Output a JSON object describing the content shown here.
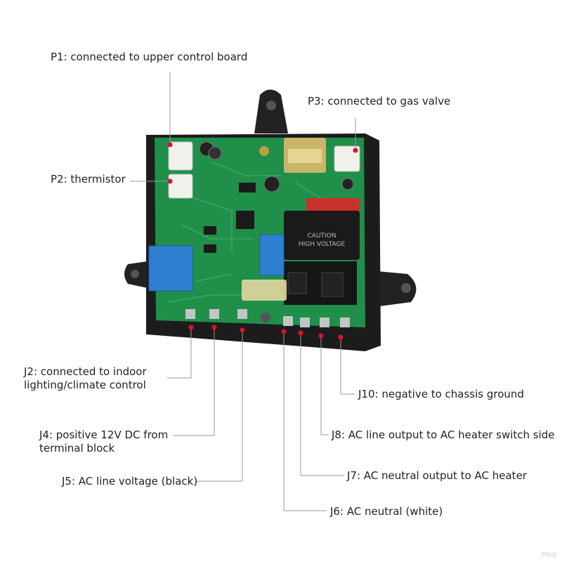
{
  "labels": {
    "p1": "P1: connected to upper control board",
    "p2": "P2: thermistor",
    "p3": "P3: connected to gas valve",
    "j2": "J2: connected to indoor\nlighting/climate control",
    "j4": "J4: positive 12V DC from\nterminal block",
    "j5": "J5: AC line voltage (black)",
    "j6": "J6: AC neutral (white)",
    "j7": "J7: AC neutral output to AC heater",
    "j8": "J8: AC line output to AC heater switch side",
    "j10": "J10: negative to chassis ground"
  },
  "board": {
    "caution_line1": "CAUTION",
    "caution_line2": "HIGH VOLTAGE"
  },
  "colors": {
    "pcb": "#1f8f4a",
    "enclosure": "#1c1c1c",
    "relay_blue": "#2f7fd0",
    "leader_line": "#9a9a9a",
    "pin_dot": "#e0102a"
  },
  "watermark": "PI60"
}
